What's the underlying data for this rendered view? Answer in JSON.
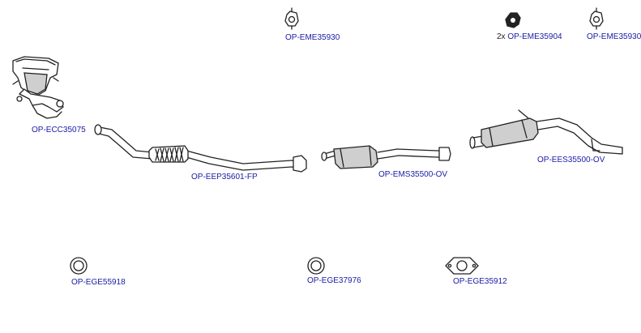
{
  "parts": {
    "catalyst": {
      "code": "OP-ECC35075"
    },
    "front_pipe": {
      "code": "OP-EEP35601-FP"
    },
    "middle_silencer": {
      "code": "OP-EMS35500-OV"
    },
    "rear_silencer": {
      "code": "OP-EES35500-OV"
    },
    "mount_a": {
      "code": "OP-EME35930"
    },
    "mount_b": {
      "qty": "2x",
      "code": "OP-EME35904"
    },
    "mount_c": {
      "code": "OP-EME35930"
    },
    "gasket_a": {
      "code": "OP-EGE55918"
    },
    "gasket_b": {
      "code": "OP-EGE37976"
    },
    "gasket_c": {
      "code": "OP-EGE35912"
    }
  },
  "colors": {
    "label": "#1a1aa6",
    "line": "#222222",
    "muffler_fill": "#cfcfcf"
  }
}
